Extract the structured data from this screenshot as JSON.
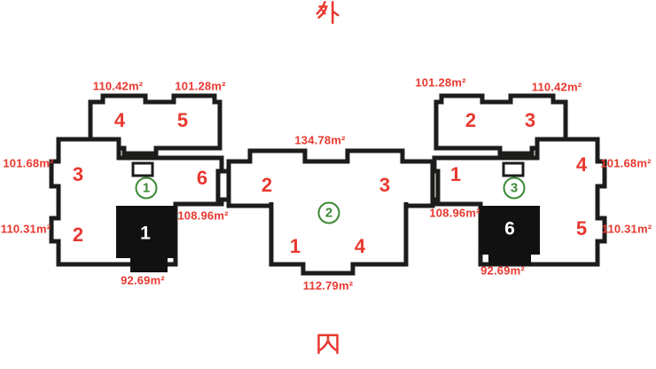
{
  "compass": {
    "outside": "外",
    "inside": "内"
  },
  "palette": {
    "label_red": "#e8382f",
    "outline_black": "#1c1c1a",
    "badge_green": "#3c8a35",
    "filled_unit_black": "#111111"
  },
  "building1": {
    "badge": "1",
    "units": {
      "u1": {
        "no": "1",
        "area": {
          "value": "92.69",
          "unit": "m²"
        }
      },
      "u2": {
        "no": "2",
        "area": {
          "value": "110.31",
          "unit": "m²"
        }
      },
      "u3": {
        "no": "3",
        "area": {
          "value": "101.68",
          "unit": "m²"
        }
      },
      "u4": {
        "no": "4",
        "area": {
          "value": "110.42",
          "unit": "m²"
        }
      },
      "u5": {
        "no": "5",
        "area": {
          "value": "101.28",
          "unit": "m²"
        }
      },
      "u6": {
        "no": "6",
        "area": {
          "value": "108.96",
          "unit": "m²"
        }
      }
    }
  },
  "building2": {
    "badge": "2",
    "units": {
      "u1": {
        "no": "1"
      },
      "u2": {
        "no": "2"
      },
      "u3": {
        "no": "3"
      },
      "u4": {
        "no": "4"
      }
    },
    "areas": {
      "top": {
        "value": "134.78",
        "unit": "m²"
      },
      "bottom": {
        "value": "112.79",
        "unit": "m²"
      }
    }
  },
  "building3": {
    "badge": "3",
    "units": {
      "u1": {
        "no": "1",
        "area": {
          "value": "108.96",
          "unit": "m²"
        }
      },
      "u2": {
        "no": "2",
        "area": {
          "value": "101.28",
          "unit": "m²"
        }
      },
      "u3": {
        "no": "3",
        "area": {
          "value": "110.42",
          "unit": "m²"
        }
      },
      "u4": {
        "no": "4",
        "area": {
          "value": "101.68",
          "unit": "m²"
        }
      },
      "u5": {
        "no": "5",
        "area": {
          "value": "110.31",
          "unit": "m²"
        }
      },
      "u6": {
        "no": "6",
        "area": {
          "value": "92.69",
          "unit": "m²"
        }
      }
    }
  }
}
